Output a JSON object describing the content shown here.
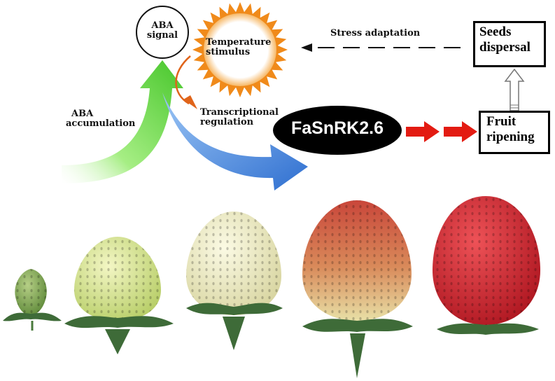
{
  "diagram": {
    "aba_signal": {
      "line1": "ABA",
      "line2": "signal"
    },
    "temperature": {
      "line1": "Temperature",
      "line2": "stimulus"
    },
    "stress_adaptation": "Stress adaptation",
    "seeds_dispersal": {
      "line1": "Seeds",
      "line2": "dispersal"
    },
    "aba_accumulation": {
      "line1": "ABA",
      "line2": "accumulation"
    },
    "transcriptional_regulation": {
      "line1": "Transcriptional",
      "line2": "regulation"
    },
    "kinase": "FaSnRK2.6",
    "fruit_ripening": {
      "line1": "Fruit",
      "line2": "ripening"
    }
  },
  "colors": {
    "sun_rays": "#f08a1a",
    "sun_inner": "#f6b25a",
    "green_arrow": "#6cd64a",
    "blue_arrow": "#3f86e0",
    "red_arrow": "#e31b12",
    "orange_arrow": "#e0641a",
    "ellipse": "#000000",
    "unripe_green": "#8fb25a",
    "pale_green": "#e4ec9c",
    "white_stage": "#f1efc8",
    "turning": "#d9784a",
    "ripe_red": "#d8252e",
    "sepal": "#3e6b38"
  },
  "strawberry_stages": [
    {
      "stage": "small-green-fruit"
    },
    {
      "stage": "large-green-fruit"
    },
    {
      "stage": "white-fruit"
    },
    {
      "stage": "turning-fruit"
    },
    {
      "stage": "red-ripe-fruit"
    }
  ]
}
